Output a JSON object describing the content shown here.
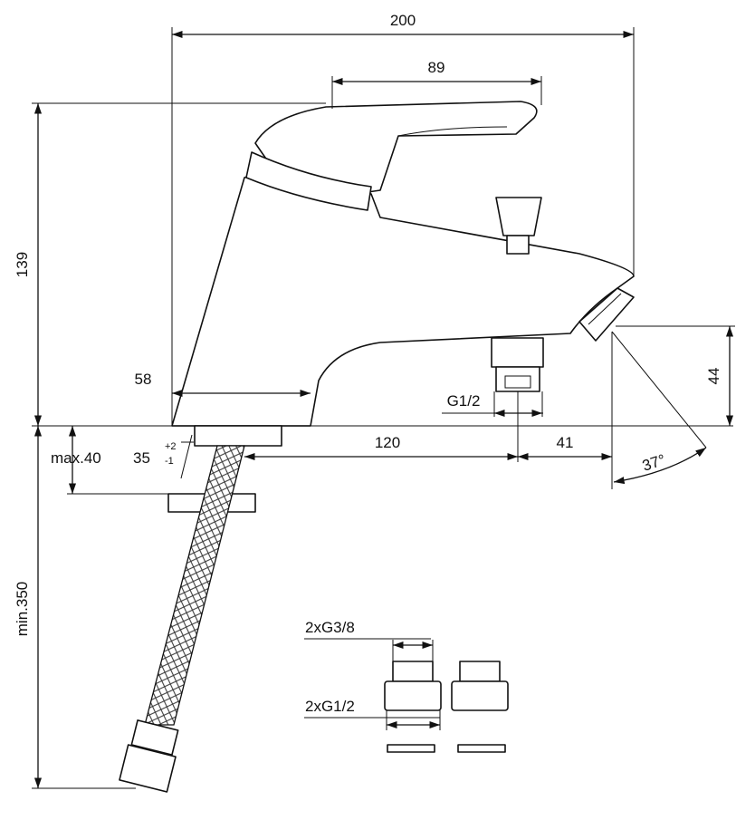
{
  "dimensions": {
    "total_width": "200",
    "lever_width": "89",
    "height": "139",
    "base_width": "58",
    "spout_height": "44",
    "thread_spout": "G1/2",
    "spout_to_outlet": "120",
    "outlet_offset": "41",
    "spout_angle": "37°",
    "max_deck": "max.40",
    "hole_diameter": "35",
    "hole_tol_plus": "+2",
    "hole_tol_minus": "-1",
    "hose_length": "min.350",
    "thread_adapter_top": "2xG3/8",
    "thread_adapter_bottom": "2xG1/2"
  }
}
